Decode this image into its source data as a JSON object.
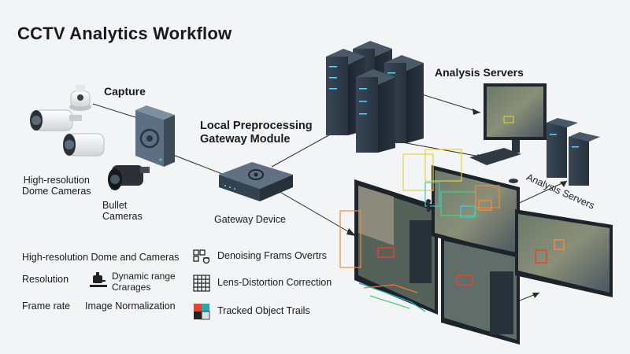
{
  "title": "CCTV Analytics Workflow",
  "nodes": {
    "capture": "Capture",
    "dome_cameras": [
      "High-resolution",
      "Dome Cameras"
    ],
    "bullet_cameras": [
      "Bullet",
      "Cameras"
    ],
    "gateway_module": [
      "Local Preprocessing",
      "Gateway Module"
    ],
    "gateway_device": "Gateway Device",
    "analysis_servers_top": "Analysis Servers",
    "analysis_servers_side": "Analysis Servers"
  },
  "features_left": [
    "High-resolution Dome and Cameras",
    "Resolution",
    "Frame rate"
  ],
  "features_mid": [
    "Dynamic range",
    "Crarages",
    "Image Normalization"
  ],
  "features_right": [
    "Denoising Frams Overtrs",
    "Lens-Distortion Correction",
    "Tracked Object Trails"
  ],
  "icons": {
    "denoise": "denoise-icon",
    "grid": "grid-icon",
    "trails": "trails-icon",
    "dynamic_range": "dynamic-range-icon"
  },
  "colors": {
    "device_dark": "#2d3a48",
    "box_yellow": "#e6d43a",
    "box_green": "#4fd17a",
    "box_orange": "#f08a3c",
    "box_cyan": "#39c6d6",
    "box_red": "#e8432f",
    "trail_teal": "#1fa9b3",
    "trail_orange": "#f07a2a"
  }
}
